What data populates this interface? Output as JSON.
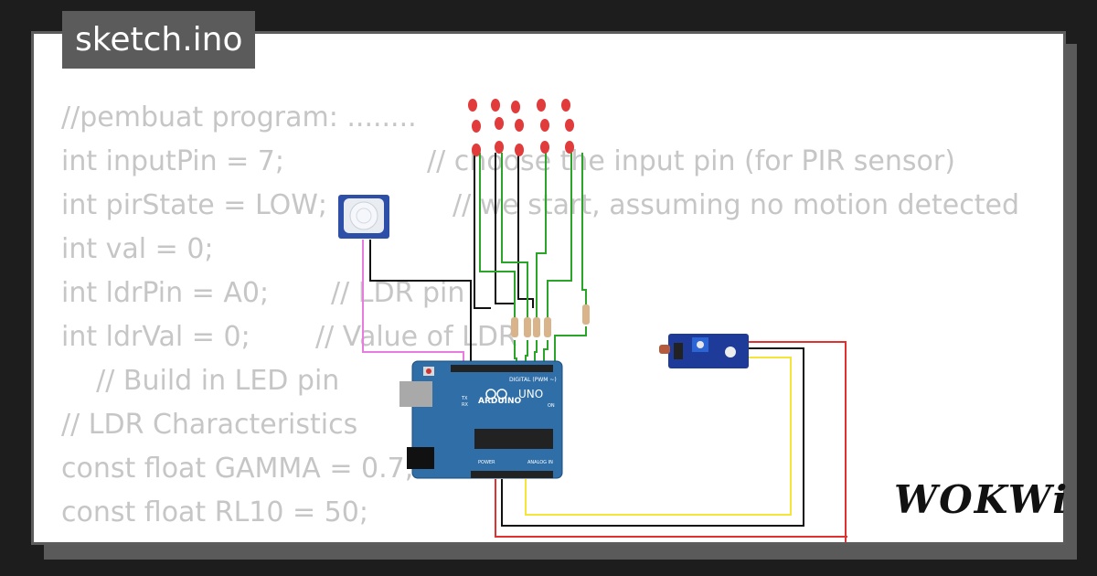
{
  "title": "sketch.ino",
  "brand": "WOKWi",
  "code_lines": [
    {
      "code": "//pembuat program: ........",
      "comment": ""
    },
    {
      "code": "int inputPin = 7;",
      "comment": "// choose the input pin (for PIR sensor)"
    },
    {
      "code": "int pirState = LOW;",
      "comment": "// we start, assuming no motion detected"
    },
    {
      "code": "int val = 0;",
      "comment": ""
    },
    {
      "code": "int ldrPin = A0;",
      "comment": "// LDR pin"
    },
    {
      "code": "int ldrVal = 0;",
      "comment": "// Value of LDR"
    },
    {
      "code": "    // Build in LED pin",
      "comment": ""
    },
    {
      "code": "// LDR Characteristics",
      "comment": ""
    },
    {
      "code": "const float GAMMA = 0.7;",
      "comment": ""
    },
    {
      "code": "const float RL10 = 50;",
      "comment": ""
    }
  ],
  "board": {
    "brand": "ARDUINO",
    "model": "UNO",
    "digital_label": "DIGITAL (PWM ~)",
    "power_label": "POWER",
    "analog_label": "ANALOG IN",
    "tx": "TX",
    "rx": "RX",
    "on": "ON"
  },
  "colors": {
    "board": "#2f6ea7",
    "led": "#e23b3b",
    "wire_green": "#2aa52a",
    "wire_black": "#111111",
    "wire_red": "#e03030",
    "wire_yellow": "#f5e43a",
    "wire_pink": "#e87be0",
    "code_text": "#c6c6c6"
  }
}
